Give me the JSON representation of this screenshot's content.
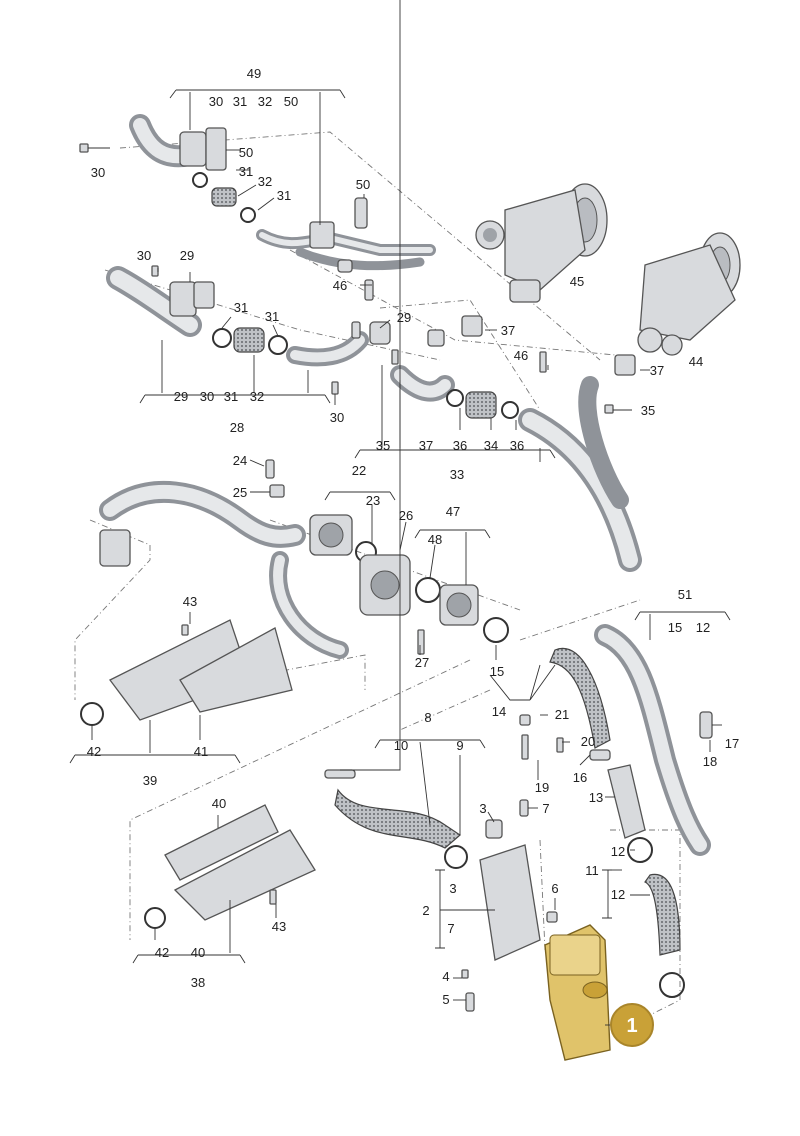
{
  "callouts": {
    "c49": "49",
    "c49_30": "30",
    "c49_31": "31",
    "c49_32": "32",
    "c49_50": "50",
    "c30_top": "30",
    "c50_a": "50",
    "c31_a": "31",
    "c32_a": "32",
    "c31_b": "31",
    "c50_b": "50",
    "c46_a": "46",
    "c45": "45",
    "c44": "44",
    "c30_l": "30",
    "c29_l": "29",
    "c31_c": "31",
    "c31_d": "31",
    "c29_r": "29",
    "c28_29": "29",
    "c28_30": "30",
    "c28_31": "31",
    "c28_32": "32",
    "c28": "28",
    "c30_b": "30",
    "c37_a": "37",
    "c46_b": "46",
    "c37_b": "37",
    "c35_r": "35",
    "c33_35": "35",
    "c33_37": "37",
    "c33_36a": "36",
    "c33_34": "34",
    "c33_36b": "36",
    "c33": "33",
    "c24": "24",
    "c25": "25",
    "c22": "22",
    "c23": "23",
    "c26": "26",
    "c47": "47",
    "c48": "48",
    "c43_a": "43",
    "c27": "27",
    "c15_a": "15",
    "c51": "51",
    "c51_15": "15",
    "c51_12": "12",
    "c42_a": "42",
    "c41": "41",
    "c39": "39",
    "c14": "14",
    "c21": "21",
    "c17": "17",
    "c8": "8",
    "c10": "10",
    "c9": "9",
    "c19": "19",
    "c16": "16",
    "c18": "18",
    "c20": "20",
    "c7_a": "7",
    "c13": "13",
    "c40": "40",
    "c3_a": "3",
    "c12_a": "12",
    "c11": "11",
    "c12_b": "12",
    "c3_b": "3",
    "c6": "6",
    "c2": "2",
    "c7_b": "7",
    "c43_b": "43",
    "c42_b": "42",
    "c40_b": "40",
    "c38": "38",
    "c4": "4",
    "c5": "5",
    "c1": "1"
  },
  "colors": {
    "line": "#333333",
    "part_fill": "#d8dadd",
    "highlight_part": "#e0c36a",
    "badge_fill": "#c9a137",
    "badge_text": "#ffffff"
  }
}
